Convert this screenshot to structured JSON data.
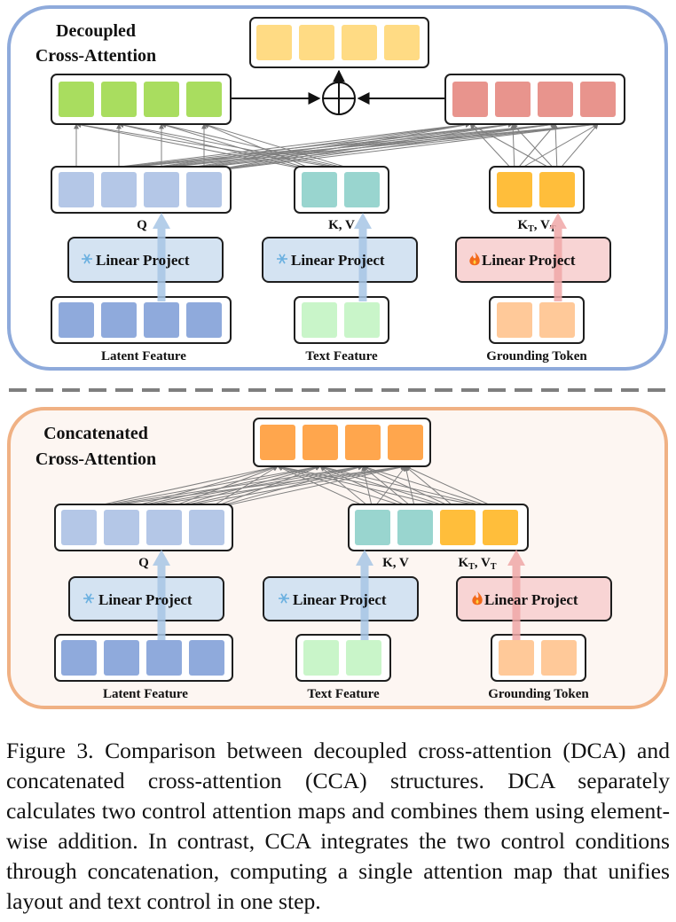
{
  "top": {
    "title_line1": "Decoupled",
    "title_line2": "Cross-Attention",
    "label_q": "Q",
    "label_kv": "K, V",
    "label_kt": "K",
    "label_kt_sub": "T",
    "label_vt": ", V",
    "label_vt_sub": "T",
    "linear_project": "Linear Project",
    "latent_feature": "Latent Feature",
    "text_feature": "Text Feature",
    "grounding_token": "Grounding Token"
  },
  "bottom": {
    "title_line1": "Concatenated",
    "title_line2": "Cross-Attention",
    "label_q": "Q",
    "label_kv": "K, V",
    "label_kt": "K",
    "label_kt_sub": "T",
    "label_vt": ", V",
    "label_vt_sub": "T",
    "linear_project": "Linear Project",
    "latent_feature": "Latent Feature",
    "text_feature": "Text Feature",
    "grounding_token": "Grounding Token"
  },
  "caption": "Figure 3. Comparison between decoupled cross-attention (DCA) and concatenated cross-attention (CCA) structures. DCA separately calculates two control attention maps and combines them using element-wise addition. In contrast, CCA integrates the two control conditions through concatenation, computing a single attention map that unifies layout and text control in one step.",
  "icons": {
    "frozen": "snowflake-icon",
    "trainable": "fire-icon",
    "combine": "plus-circle-icon"
  },
  "colors": {
    "top_panel_border": "#8eaadb",
    "bottom_panel_border": "#f0b184",
    "bottom_panel_fill": "#fdf6f2",
    "latent": "#8faadc",
    "query": "#b4c7e7",
    "text_feature": "#c9f5c9",
    "text_kv": "#99d5cf",
    "grounding": "#ffc999",
    "grounding_kv": "#ffbe3b",
    "output_top": "#ffdb84",
    "dca_green": "#a9dd5f",
    "dca_red": "#e8948d",
    "output_bottom": "#ffa64d",
    "linear_blue": "#d4e3f2",
    "linear_pink": "#f8d4d4",
    "arrow_blue": "#a8c6e6",
    "arrow_pink": "#f0a8a8"
  }
}
